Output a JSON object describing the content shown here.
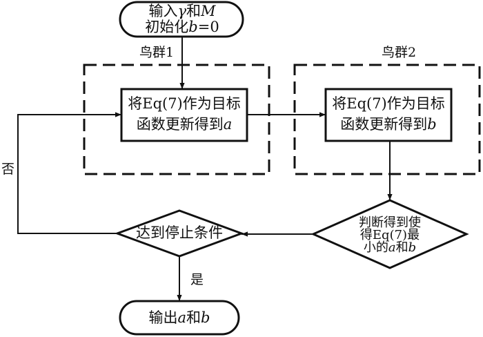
{
  "start": {
    "line1_prefix": "输入",
    "line1_var1": "γ",
    "line1_mid": "和",
    "line1_var2": "M",
    "line2_prefix": "初始化",
    "line2_var": "b",
    "line2_suffix": "=0"
  },
  "flock1": {
    "title": "鸟群1",
    "box_line1": "将Eq(7)作为目标",
    "box_line2_prefix": "函数更新得到",
    "box_line2_var": "a"
  },
  "flock2": {
    "title": "鸟群2",
    "box_line1": "将Eq(7)作为目标",
    "box_line2_prefix": "函数更新得到",
    "box_line2_var": "b"
  },
  "judge": {
    "line1": "判断得到使",
    "line2": "得Eq(7)最",
    "line3_prefix": "小的",
    "line3_var1": "a",
    "line3_mid": "和",
    "line3_var2": "b"
  },
  "stop": {
    "label": "达到停止条件"
  },
  "no_label": "否",
  "yes_label": "是",
  "end": {
    "prefix": "输出",
    "var1": "a",
    "mid": "和",
    "var2": "b"
  }
}
